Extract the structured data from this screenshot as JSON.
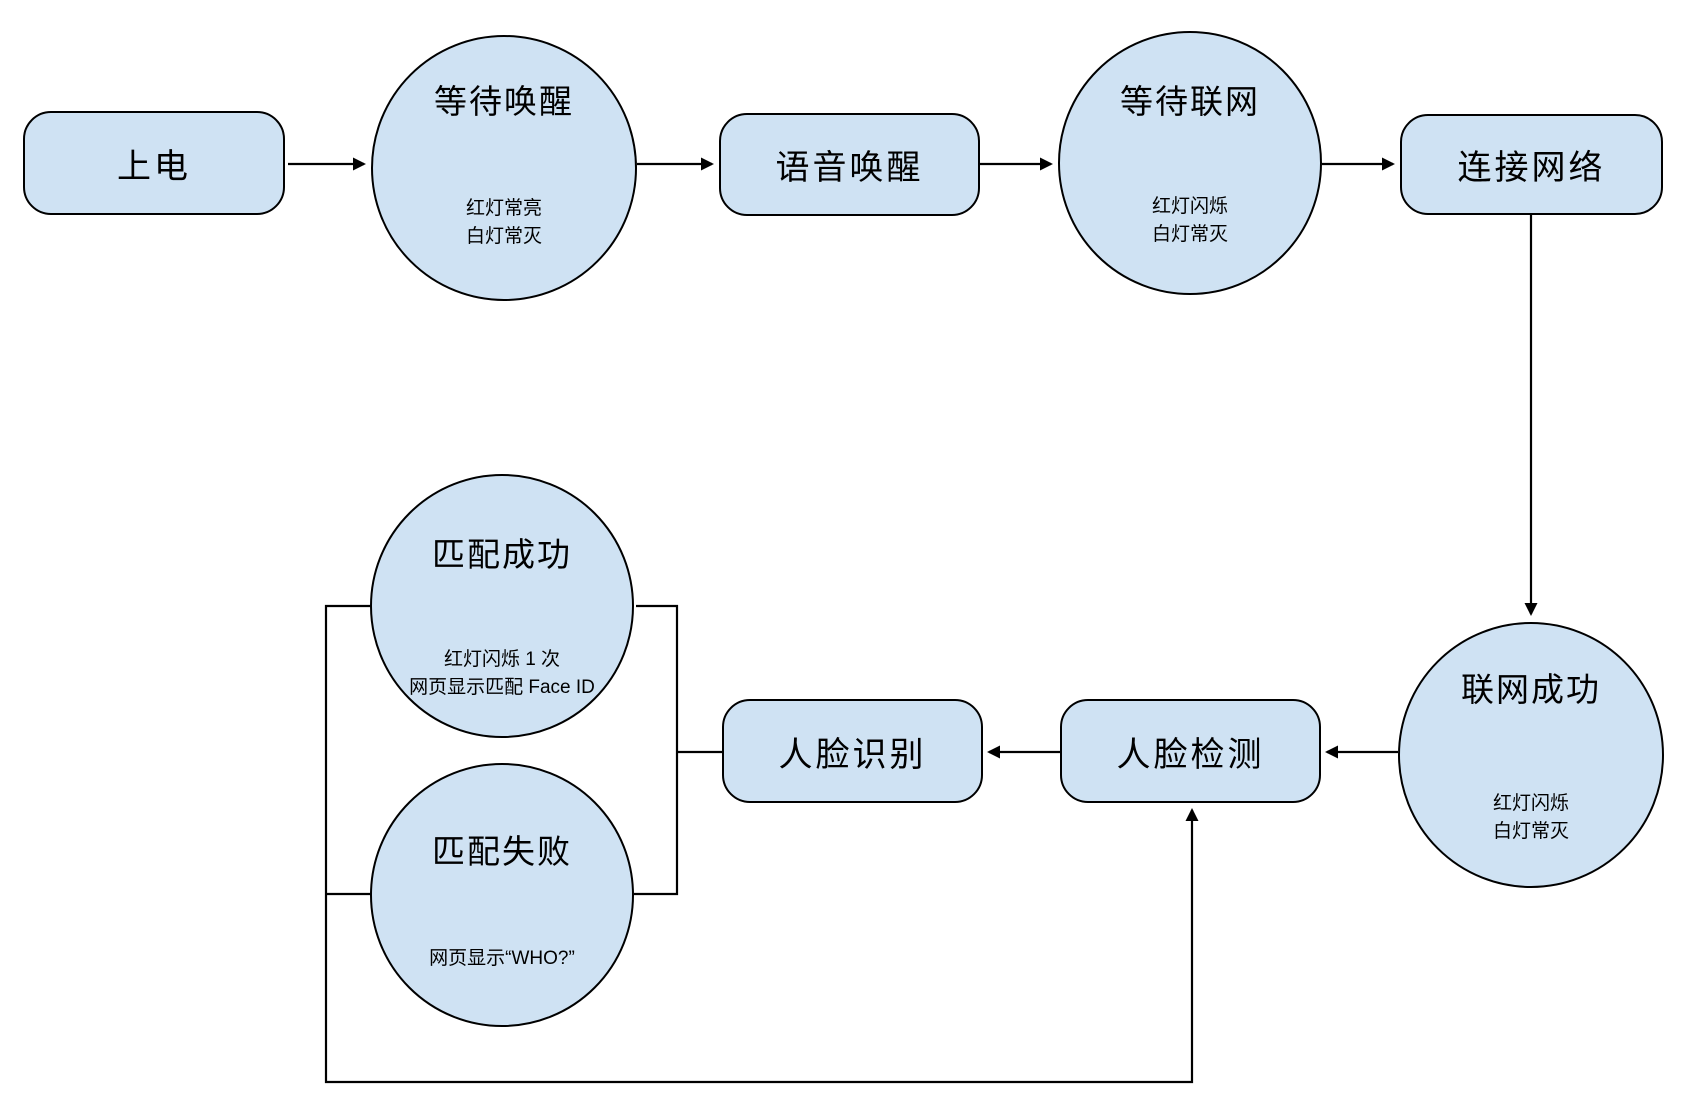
{
  "colors": {
    "page_bg": "#ffffff",
    "node_fill": "#cfe2f3",
    "node_border": "#000000",
    "connector": "#000000",
    "text": "#000000"
  },
  "nodes": {
    "power_on": {
      "label": "上电"
    },
    "wait_wake": {
      "title": "等待唤醒",
      "notes": [
        "红灯常亮",
        "白灯常灭"
      ]
    },
    "voice_wake": {
      "label": "语音唤醒"
    },
    "wait_network": {
      "title": "等待联网",
      "notes": [
        "红灯闪烁",
        "白灯常灭"
      ]
    },
    "connect_network": {
      "label": "连接网络"
    },
    "network_success": {
      "title": "联网成功",
      "notes": [
        "红灯闪烁",
        "白灯常灭"
      ]
    },
    "face_detect": {
      "label": "人脸检测"
    },
    "face_recognize": {
      "label": "人脸识别"
    },
    "match_success": {
      "title": "匹配成功",
      "notes": [
        "红灯闪烁 1 次",
        "网页显示匹配 Face ID"
      ]
    },
    "match_fail": {
      "title": "匹配失败",
      "notes": [
        "网页显示“WHO?”"
      ]
    }
  }
}
